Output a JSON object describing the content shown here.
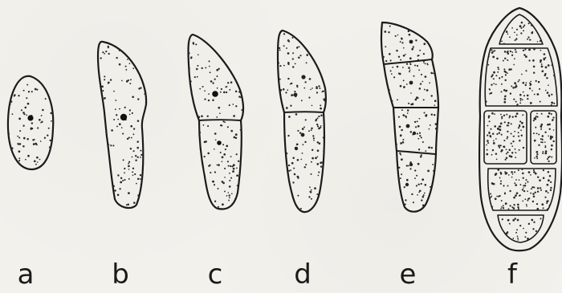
{
  "figure": {
    "labels": [
      "a",
      "b",
      "c",
      "d",
      "e",
      "f"
    ]
  }
}
